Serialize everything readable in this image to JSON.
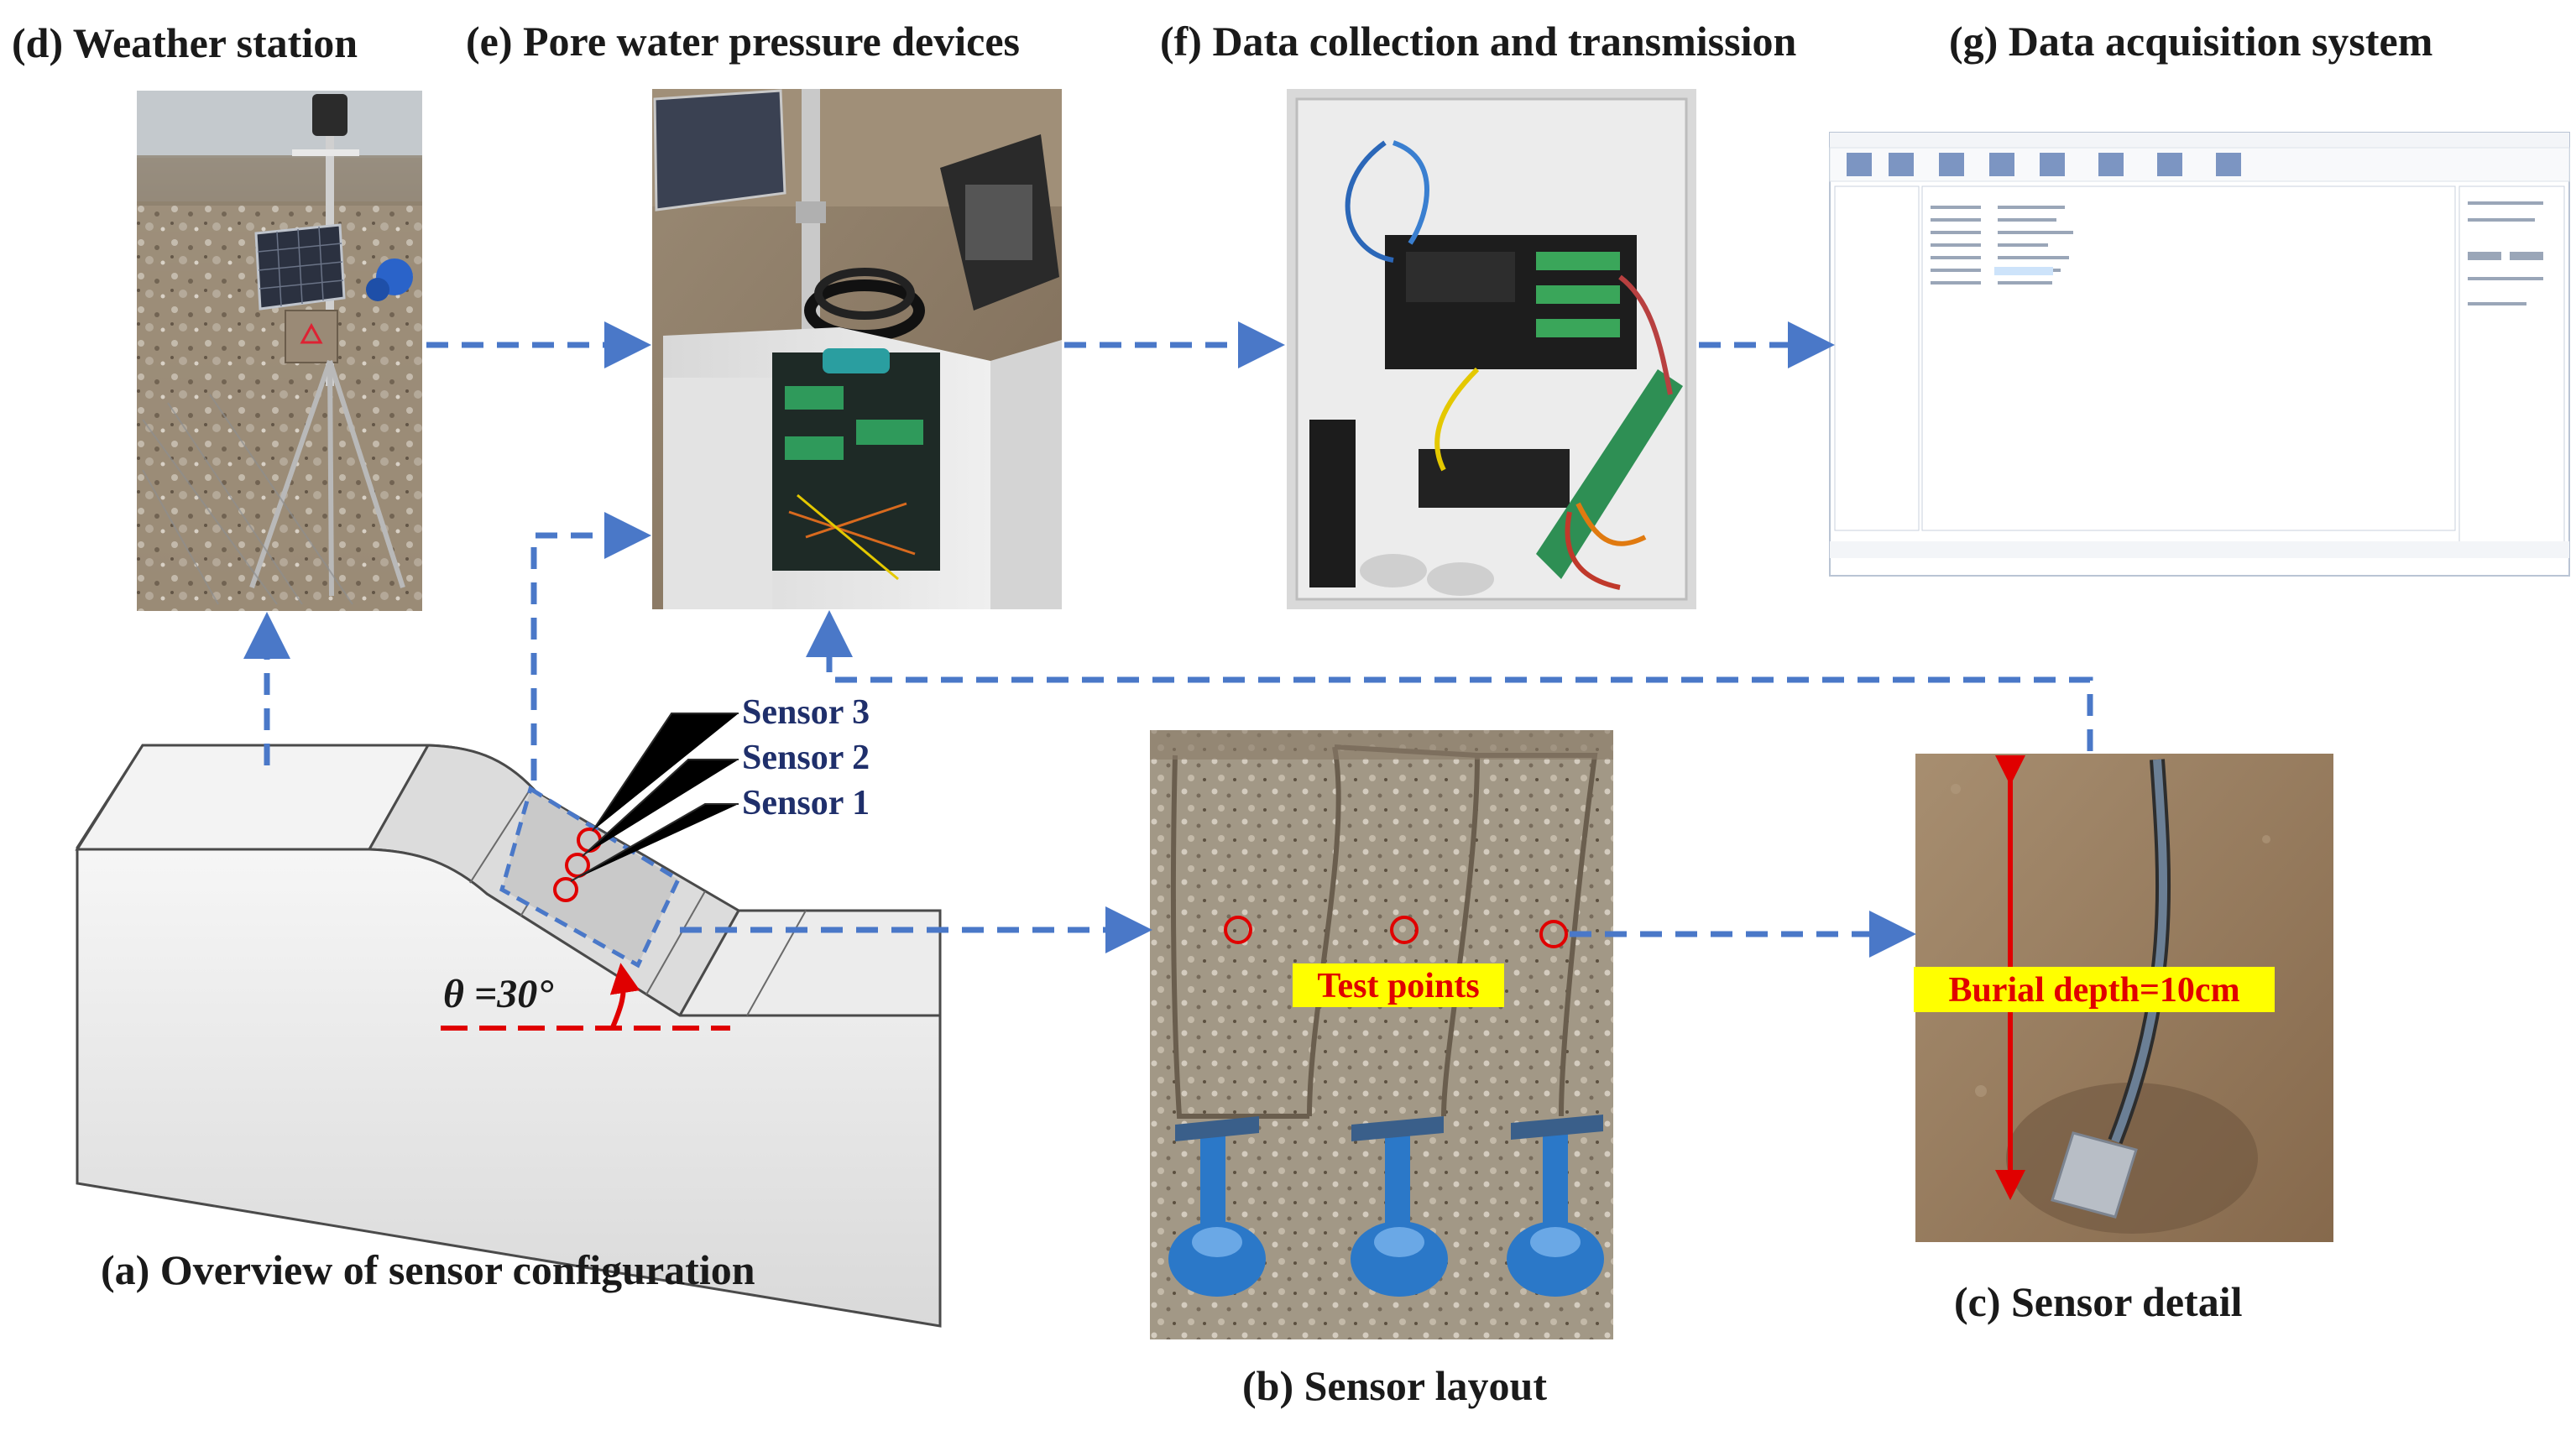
{
  "panels": {
    "d": {
      "caption": "(d) Weather station"
    },
    "e": {
      "caption": "(e) Pore water pressure devices"
    },
    "f": {
      "caption": "(f) Data collection and transmission"
    },
    "g": {
      "caption": "(g) Data acquisition system"
    },
    "a": {
      "caption": "(a) Overview of sensor configuration",
      "angle_label": "θ =30°"
    },
    "b": {
      "caption": "(b) Sensor layout",
      "highlight_label": "Test points"
    },
    "c": {
      "caption": "(c) Sensor detail",
      "highlight_label": "Burial depth=10cm"
    }
  },
  "sensors": [
    {
      "label": "Sensor 3"
    },
    {
      "label": "Sensor 2"
    },
    {
      "label": "Sensor 1"
    }
  ],
  "colors": {
    "arrow": "#4a78c8",
    "marker_red": "#e00000",
    "highlight_yellow": "#ffff00",
    "sensor_text": "#1f2f6b"
  }
}
